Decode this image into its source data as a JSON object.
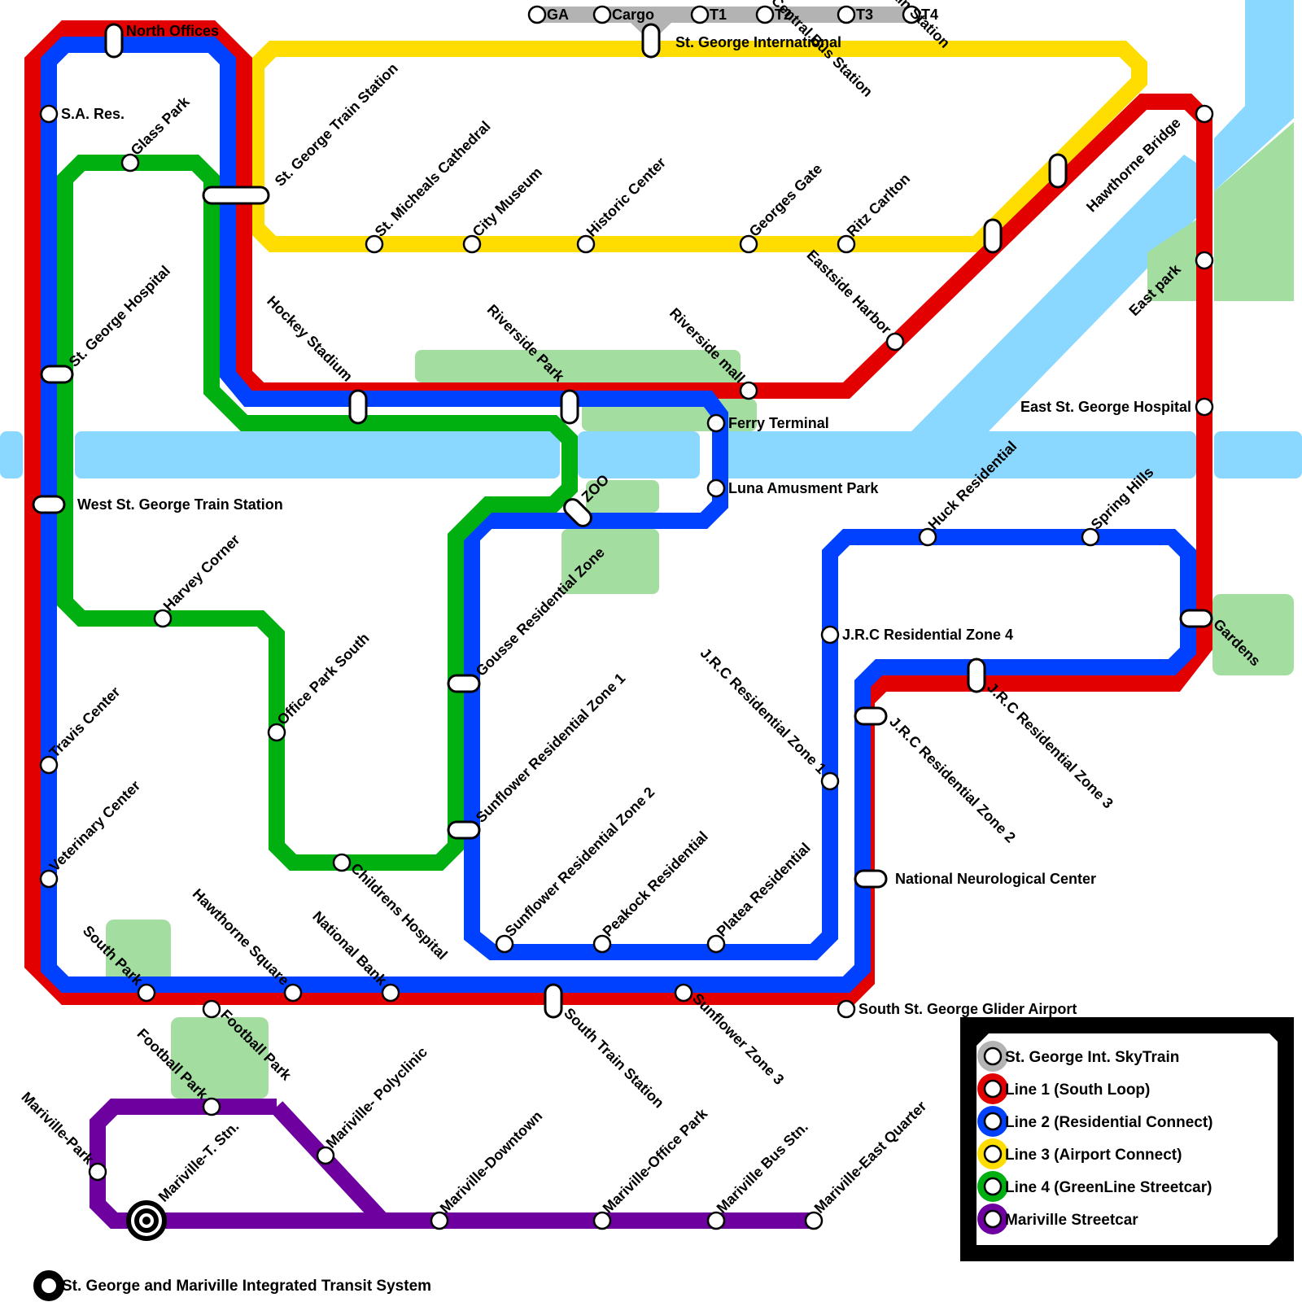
{
  "title": "St. George and Mariville Integrated Transit System",
  "colors": {
    "skytrain": "#b3b3b3",
    "line1": "#e30000",
    "line2": "#0040ff",
    "line3": "#ffdd00",
    "line4": "#00b010",
    "mariville": "#6e00a0",
    "water": "#8ad8ff",
    "park": "#a3dea0"
  },
  "legend": [
    {
      "key": "skytrain",
      "label": "St. George Int. SkyTrain"
    },
    {
      "key": "line1",
      "label": "Line 1 (South Loop)"
    },
    {
      "key": "line2",
      "label": "Line 2 (Residential Connect)"
    },
    {
      "key": "line3",
      "label": "Line 3 (Airport Connect)"
    },
    {
      "key": "line4",
      "label": "Line 4 (GreenLine Streetcar)"
    },
    {
      "key": "mariville",
      "label": "Mariville Streetcar"
    }
  ],
  "lines": {
    "skytrain": {
      "name": "St. George Int. SkyTrain",
      "stations": [
        "GA",
        "Cargo",
        "T1",
        "T2",
        "T3",
        "T4"
      ]
    },
    "line1": {
      "name": "Line 1 (South Loop)",
      "stations": [
        "North Offices",
        "St. George Train Station",
        "Hockey Stadium",
        "Riverside Park",
        "Riverside mall",
        "Eastside Harbor",
        "Central Bus Station",
        "East Train Station",
        "Hawthorne Bridge",
        "East park",
        "East St. George Hospital",
        "Gardens",
        "J.R.C Residential Zone 3",
        "J.R.C Residential Zone 2",
        "National Neurological Center",
        "South St. George Glider Airport",
        "South Train Station",
        "Football Park",
        "West St. George Train Station"
      ]
    },
    "line2": {
      "name": "Line 2 (Residential Connect)",
      "stations": [
        "North Offices",
        "S.A. Res.",
        "St. George Hospital",
        "West St. George Train Station",
        "Travis Center",
        "Veterinary Center",
        "South Park",
        "Hawthorne Square",
        "National Bank",
        "South Train Station",
        "Sunflower Zone 3",
        "National Neurological Center",
        "J.R.C Residential Zone 2",
        "J.R.C Residential Zone 3",
        "Gardens",
        "Spring Hills",
        "Huck Residential",
        "J.R.C Residential Zone 4",
        "J.R.C Residential Zone 1",
        "Platea Residential",
        "Peakock Residential",
        "Sunflower Residential Zone 2",
        "Sunflower Residential Zone 1",
        "Gousse Residential Zone",
        "ZOO",
        "Luna Amusment Park",
        "Ferry Terminal",
        "Riverside Park",
        "Hockey Stadium",
        "St. George Train Station"
      ]
    },
    "line3": {
      "name": "Line 3 (Airport Connect)",
      "stations": [
        "St. George Train Station",
        "St. George International",
        "East Train Station",
        "Central Bus Station",
        "Ritz Carlton",
        "Georges Gate",
        "Historic Center",
        "City Museum",
        "St. Micheals Cathedral"
      ]
    },
    "line4": {
      "name": "Line 4 (GreenLine Streetcar)",
      "stations": [
        "St. George Train Station",
        "Glass Park",
        "St. George Hospital",
        "West St. George Train Station",
        "Harvey Corner",
        "Office Park South",
        "Childrens Hospital",
        "Sunflower Residential Zone 1",
        "Gousse Residential Zone",
        "ZOO",
        "Riverside Park",
        "Hockey Stadium"
      ]
    },
    "mariville": {
      "name": "Mariville Streetcar",
      "stations": [
        "Football Park",
        "Mariville- Polyclinic",
        "Mariville-Downtown",
        "Mariville-Office Park",
        "Mariville Bus Stn.",
        "Mariville-East Quarter",
        "Mariville-T. Stn.",
        "Mariville-Park"
      ]
    }
  },
  "stations": [
    {
      "id": "ga",
      "name": "GA"
    },
    {
      "id": "cargo",
      "name": "Cargo"
    },
    {
      "id": "t1",
      "name": "T1"
    },
    {
      "id": "t2",
      "name": "T2"
    },
    {
      "id": "t3",
      "name": "T3"
    },
    {
      "id": "t4",
      "name": "T4"
    },
    {
      "id": "st-george-international",
      "name": "St. George International"
    },
    {
      "id": "north-offices",
      "name": "North Offices"
    },
    {
      "id": "sa-res",
      "name": "S.A. Res."
    },
    {
      "id": "glass-park",
      "name": "Glass Park"
    },
    {
      "id": "st-george-train-station",
      "name": "St. George Train Station"
    },
    {
      "id": "st-micheals-cathedral",
      "name": "St. Micheals Cathedral"
    },
    {
      "id": "city-museum",
      "name": "City Museum"
    },
    {
      "id": "historic-center",
      "name": "Historic Center"
    },
    {
      "id": "georges-gate",
      "name": "Georges Gate"
    },
    {
      "id": "ritz-carlton",
      "name": "Ritz Carlton"
    },
    {
      "id": "central-bus-station",
      "name": "Central Bus Station"
    },
    {
      "id": "east-train-station",
      "name": "East Train Station"
    },
    {
      "id": "hawthorne-bridge",
      "name": "Hawthorne Bridge"
    },
    {
      "id": "east-park",
      "name": "East park"
    },
    {
      "id": "eastside-harbor",
      "name": "Eastside Harbor"
    },
    {
      "id": "st-george-hospital",
      "name": "St. George Hospital"
    },
    {
      "id": "hockey-stadium",
      "name": "Hockey Stadium"
    },
    {
      "id": "riverside-park",
      "name": "Riverside Park"
    },
    {
      "id": "riverside-mall",
      "name": "Riverside mall"
    },
    {
      "id": "ferry-terminal",
      "name": "Ferry Terminal"
    },
    {
      "id": "east-st-george-hospital",
      "name": "East St. George Hospital"
    },
    {
      "id": "luna-amusment-park",
      "name": "Luna Amusment Park"
    },
    {
      "id": "west-st-george-train-station",
      "name": "West St. George Train Station"
    },
    {
      "id": "zoo",
      "name": "ZOO"
    },
    {
      "id": "huck-residential",
      "name": "Huck Residential"
    },
    {
      "id": "spring-hills",
      "name": "Spring Hills"
    },
    {
      "id": "harvey-corner",
      "name": "Harvey Corner"
    },
    {
      "id": "gousse-residential-zone",
      "name": "Gousse Residential Zone"
    },
    {
      "id": "jrc-zone-4",
      "name": "J.R.C Residential Zone 4"
    },
    {
      "id": "gardens",
      "name": "Gardens"
    },
    {
      "id": "jrc-zone-1",
      "name": "J.R.C Residential Zone 1"
    },
    {
      "id": "jrc-zone-3",
      "name": "J.R.C Residential Zone 3"
    },
    {
      "id": "jrc-zone-2",
      "name": "J.R.C Residential Zone 2"
    },
    {
      "id": "office-park-south",
      "name": "Office Park South"
    },
    {
      "id": "sunflower-zone-1",
      "name": "Sunflower Residential Zone 1"
    },
    {
      "id": "travis-center",
      "name": "Travis Center"
    },
    {
      "id": "veterinary-center",
      "name": "Veterinary Center"
    },
    {
      "id": "sunflower-zone-2",
      "name": "Sunflower Residential Zone 2"
    },
    {
      "id": "peakock-residential",
      "name": "Peakock Residential"
    },
    {
      "id": "platea-residential",
      "name": "Platea Residential"
    },
    {
      "id": "national-neurological-center",
      "name": "National Neurological Center"
    },
    {
      "id": "childrens-hospital",
      "name": "Childrens Hospital"
    },
    {
      "id": "south-park",
      "name": "South Park"
    },
    {
      "id": "hawthorne-square",
      "name": "Hawthorne Square"
    },
    {
      "id": "national-bank",
      "name": "National Bank"
    },
    {
      "id": "south-train-station",
      "name": "South Train Station"
    },
    {
      "id": "sunflower-zone-3",
      "name": "Sunflower Zone 3"
    },
    {
      "id": "south-st-george-glider-airport",
      "name": "South St. George Glider Airport"
    },
    {
      "id": "football-park-line1",
      "name": "Football Park"
    },
    {
      "id": "football-park-mariville",
      "name": "Football Park"
    },
    {
      "id": "mariville-park",
      "name": "Mariville-Park"
    },
    {
      "id": "mariville-t-stn",
      "name": "Mariville-T. Stn."
    },
    {
      "id": "mariville-polyclinic",
      "name": "Mariville- Polyclinic"
    },
    {
      "id": "mariville-downtown",
      "name": "Mariville-Downtown"
    },
    {
      "id": "mariville-office-park",
      "name": "Mariville-Office Park"
    },
    {
      "id": "mariville-bus-stn",
      "name": "Mariville Bus Stn."
    },
    {
      "id": "mariville-east-quarter",
      "name": "Mariville-East Quarter"
    }
  ]
}
